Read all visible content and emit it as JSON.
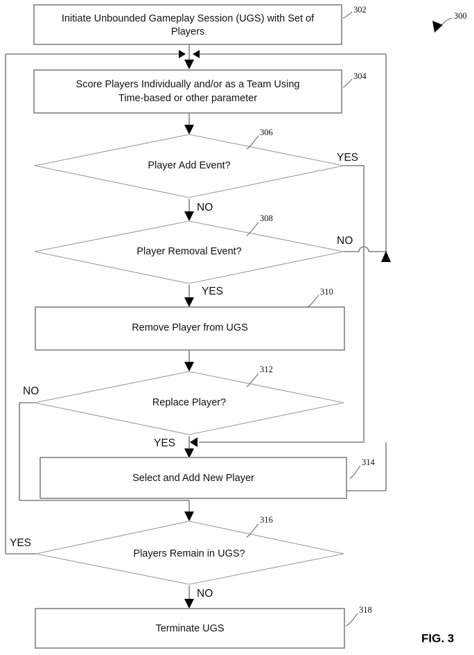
{
  "figure": {
    "label": "FIG. 3",
    "sheet_reference": "300"
  },
  "diagram": {
    "type": "flowchart",
    "title": "Unbounded Gameplay Session (UGS) player management process",
    "nodes": [
      {
        "id": "302",
        "shape": "process",
        "ref": "302",
        "text": "Initiate Unbounded Gameplay Session (UGS) with Set of Players"
      },
      {
        "id": "304",
        "shape": "process",
        "ref": "304",
        "text": "Score Players Individually and/or as a Team Using Time-based or other parameter"
      },
      {
        "id": "306",
        "shape": "decision",
        "ref": "306",
        "text": "Player Add Event?"
      },
      {
        "id": "308",
        "shape": "decision",
        "ref": "308",
        "text": "Player Removal Event?"
      },
      {
        "id": "310",
        "shape": "process",
        "ref": "310",
        "text": "Remove Player from UGS"
      },
      {
        "id": "312",
        "shape": "decision",
        "ref": "312",
        "text": "Replace Player?"
      },
      {
        "id": "314",
        "shape": "process",
        "ref": "314",
        "text": "Select and Add New Player"
      },
      {
        "id": "316",
        "shape": "decision",
        "ref": "316",
        "text": "Players Remain in UGS?"
      },
      {
        "id": "318",
        "shape": "process",
        "ref": "318",
        "text": "Terminate UGS"
      }
    ],
    "edge_labels": {
      "add_event_yes": "YES",
      "add_event_no": "NO",
      "removal_event_no": "NO",
      "removal_event_yes": "YES",
      "replace_player_no": "NO",
      "replace_player_yes": "YES",
      "players_remain_yes": "YES",
      "players_remain_no": "NO"
    },
    "edges": [
      {
        "from": "302",
        "to": "304",
        "label": ""
      },
      {
        "from": "304",
        "to": "306",
        "label": ""
      },
      {
        "from": "306",
        "to": "314",
        "label": "YES"
      },
      {
        "from": "306",
        "to": "308",
        "label": "NO"
      },
      {
        "from": "308",
        "to": "304",
        "label": "NO"
      },
      {
        "from": "308",
        "to": "310",
        "label": "YES"
      },
      {
        "from": "310",
        "to": "312",
        "label": ""
      },
      {
        "from": "312",
        "to": "316",
        "label": "NO"
      },
      {
        "from": "312",
        "to": "314",
        "label": "YES"
      },
      {
        "from": "314",
        "to": "316",
        "label": ""
      },
      {
        "from": "316",
        "to": "304",
        "label": "YES"
      },
      {
        "from": "316",
        "to": "318",
        "label": "NO"
      }
    ]
  },
  "style": {
    "background": "#ffffff",
    "box_stroke": "#808080",
    "diamond_stroke": "#9a9a9a",
    "line_stroke": "#808080",
    "text_color": "#111111"
  }
}
